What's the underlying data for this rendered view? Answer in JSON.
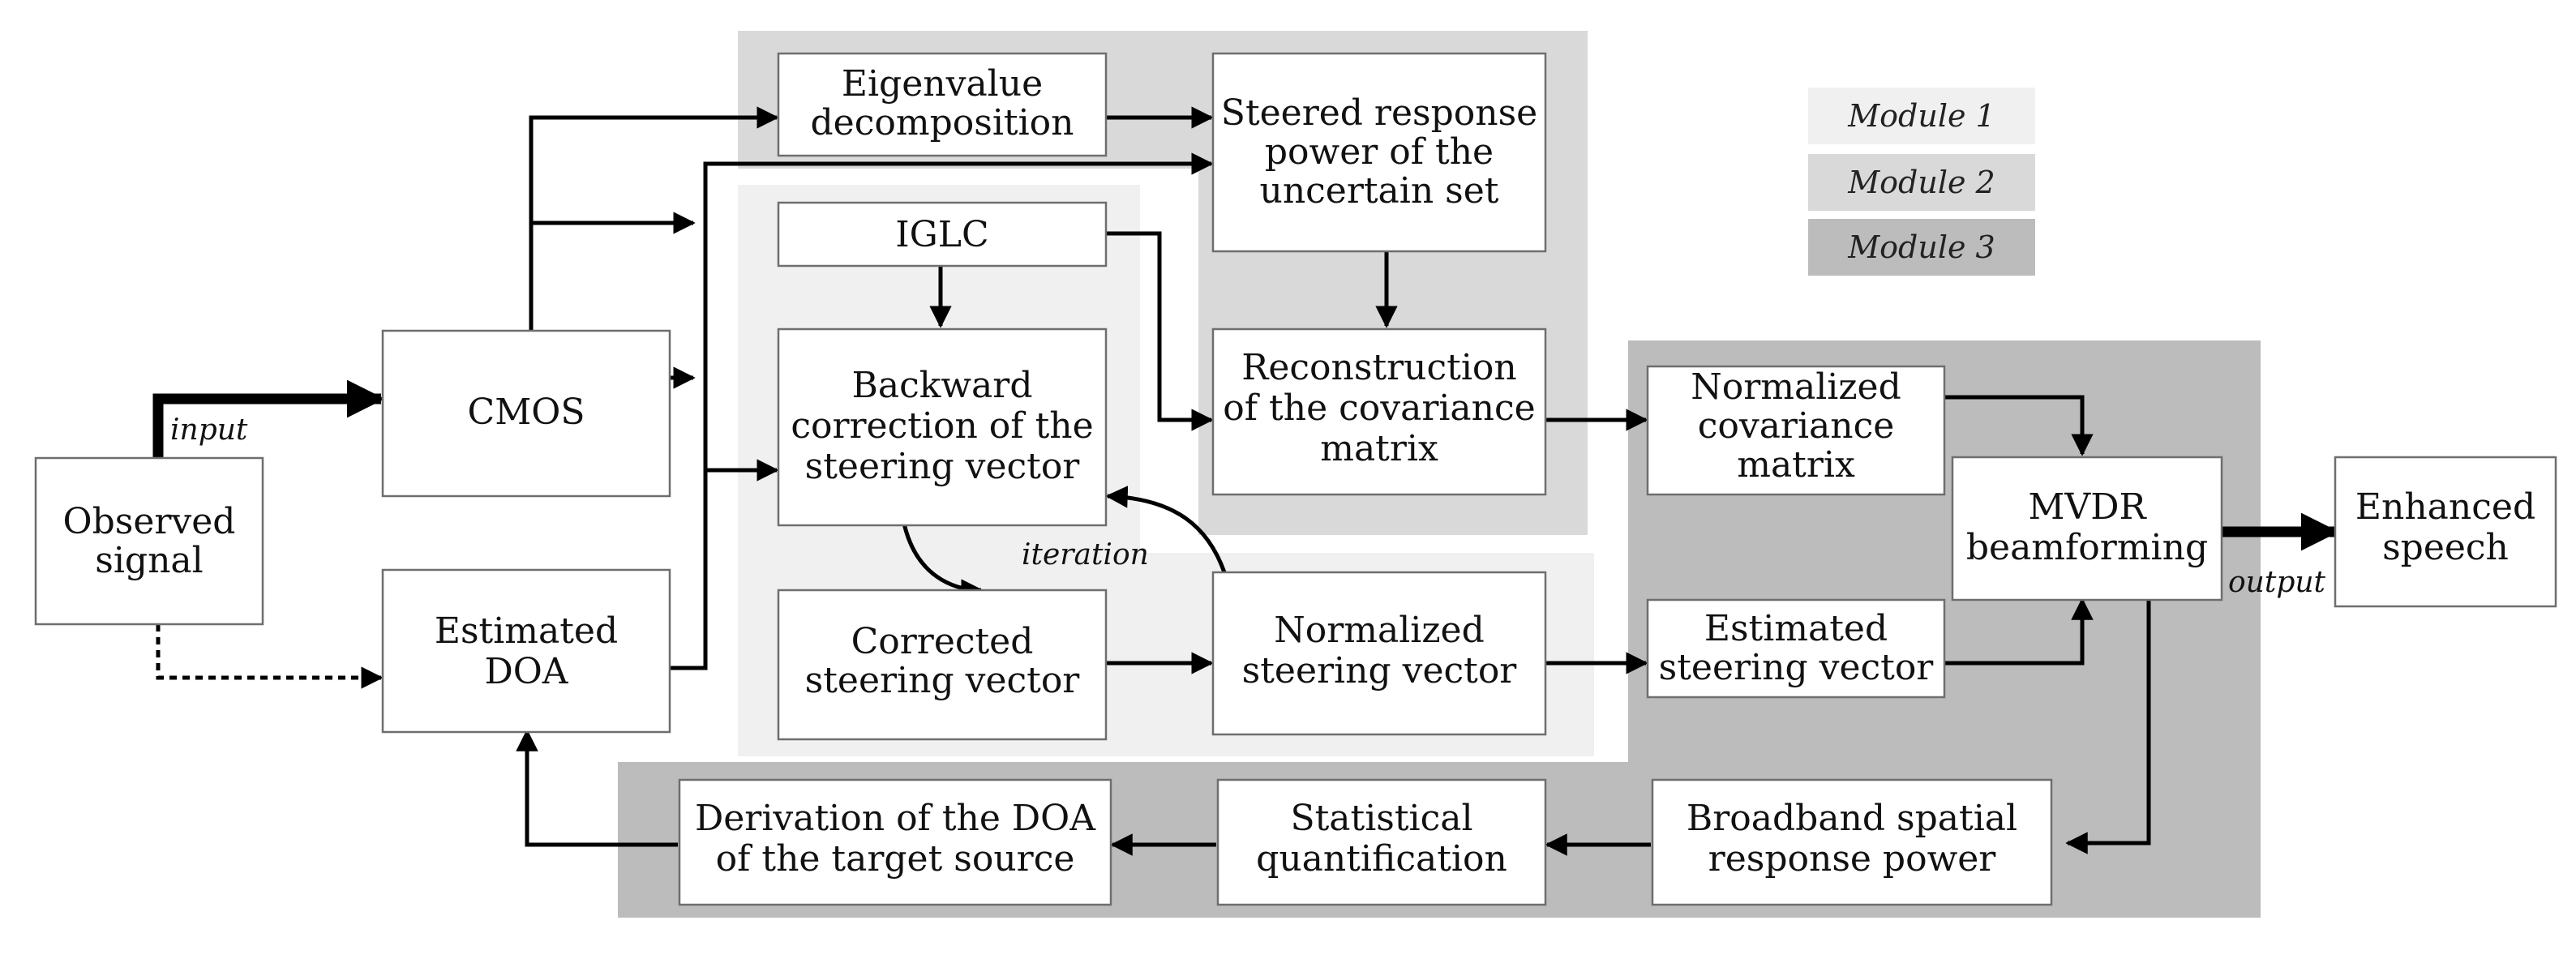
{
  "colors": {
    "module1": "#f0f0f0",
    "module2": "#d9d9d9",
    "module3": "#bcbcbc",
    "box_fill": "#ffffff",
    "box_stroke": "#6e6e6e",
    "arrow": "#000000"
  },
  "legend": {
    "module1": "Module 1",
    "module2": "Module 2",
    "module3": "Module 3"
  },
  "nodes": {
    "observed_signal": [
      "Observed",
      "signal"
    ],
    "cmos": [
      "CMOS"
    ],
    "estimated_doa": [
      "Estimated",
      "DOA"
    ],
    "eigenvalue_decomposition": [
      "Eigenvalue",
      "decomposition"
    ],
    "steered_response_power": [
      "Steered response",
      "power of the",
      "uncertain set"
    ],
    "iglc": [
      "IGLC"
    ],
    "backward_correction": [
      "Backward",
      "correction of the",
      "steering vector"
    ],
    "reconstruction_covariance": [
      "Reconstruction",
      "of the covariance",
      "matrix"
    ],
    "corrected_steering_vector": [
      "Corrected",
      "steering vector"
    ],
    "normalized_steering_vector": [
      "Normalized",
      "steering vector"
    ],
    "normalized_covariance_matrix": [
      "Normalized",
      "covariance",
      "matrix"
    ],
    "estimated_steering_vector": [
      "Estimated",
      "steering vector"
    ],
    "mvdr_beamforming": [
      "MVDR",
      "beamforming"
    ],
    "enhanced_speech": [
      "Enhanced",
      "speech"
    ],
    "broadband_spatial_response_power": [
      "Broadband spatial",
      "response power"
    ],
    "statistical_quantification": [
      "Statistical",
      "quantification"
    ],
    "derivation_doa": [
      "Derivation of the DOA",
      "of the target source"
    ]
  },
  "edge_labels": {
    "input": "input",
    "output": "output",
    "iteration": "iteration"
  }
}
